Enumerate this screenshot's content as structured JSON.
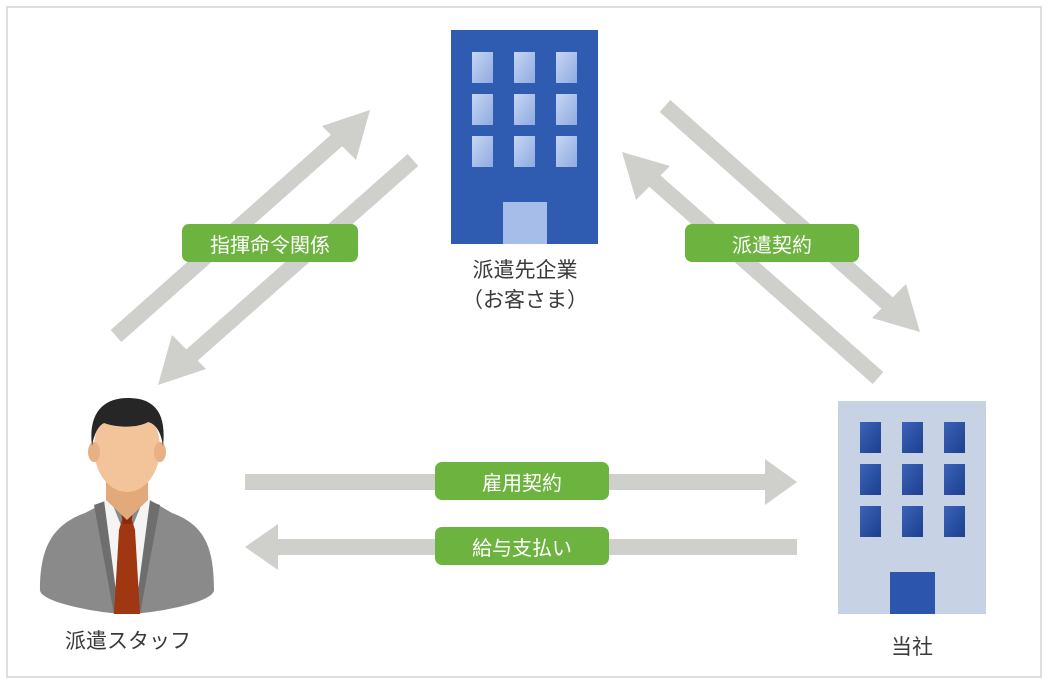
{
  "nodes": {
    "client": {
      "label_line1": "派遣先企業",
      "label_line2": "（お客さま）"
    },
    "staff": {
      "label": "派遣スタッフ"
    },
    "company": {
      "label": "当社"
    }
  },
  "relations": {
    "command": "指揮命令関係",
    "dispatch_contract": "派遣契約",
    "employment_contract": "雇用契約",
    "salary_payment": "給与支払い"
  },
  "colors": {
    "arrow": "#cfcfcb",
    "badge": "#6db33f",
    "client_building": "#2f5cb1",
    "company_building": "#c7d3e5",
    "window_dark": "#24479a",
    "window_light": "#a5bde8"
  }
}
